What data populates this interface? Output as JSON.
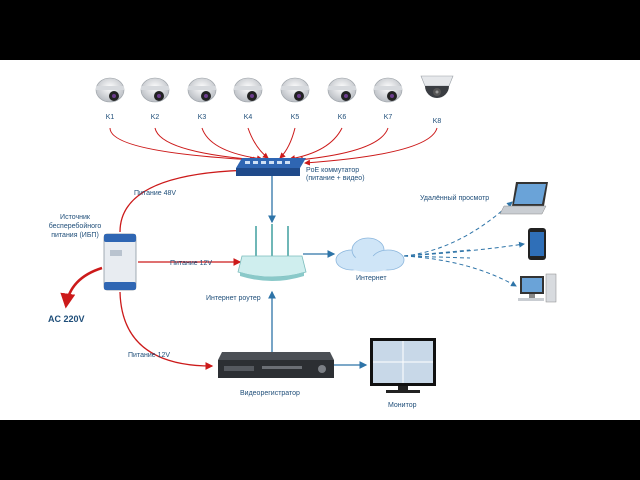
{
  "cameras": [
    "K1",
    "K2",
    "K3",
    "K4",
    "K5",
    "K6",
    "K7",
    "K8"
  ],
  "poe_switch": "PoE коммутатор\n(питание + видео)",
  "ups": "Источник\nбесперебойного\nпитания (ИБП)",
  "power_48v": "Питание 48V",
  "power_12v_router": "Питание 12V",
  "power_12v_dvr": "Питание 12V",
  "ac": "AC 220V",
  "router": "Интернет роутер",
  "internet": "Интернет",
  "remote": "Удалённый просмотр",
  "dvr": "Видеорегистратор",
  "monitor": "Монитор",
  "colors": {
    "power": "#cc1a1a",
    "data": "#2e74a8",
    "label": "#1f4e79"
  }
}
